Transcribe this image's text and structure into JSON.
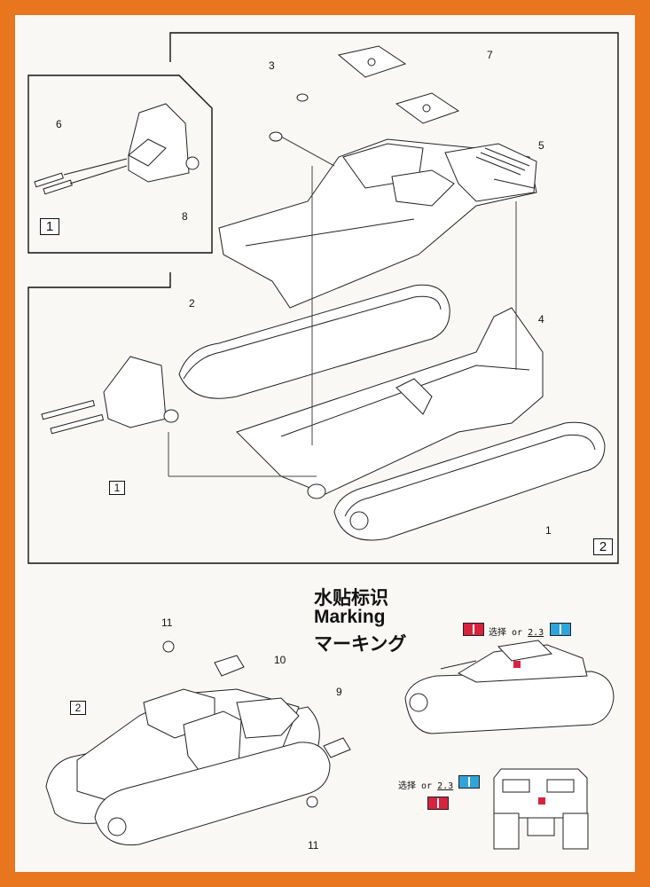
{
  "steps": {
    "step1": "1",
    "step2": "2",
    "step1_ref": "1",
    "step2_ref": "2"
  },
  "callouts": {
    "p1": "1",
    "p2": "2",
    "p3": "3",
    "p4": "4",
    "p5": "5",
    "p6": "6",
    "p7": "7",
    "p8": "8",
    "p9": "9",
    "p10": "10",
    "p11a": "11",
    "p11b": "11"
  },
  "marking": {
    "zh": "水贴标识",
    "en": "Marking",
    "ja": "マーキング"
  },
  "options": {
    "choose": "选择",
    "or": "or",
    "num": "2.3"
  },
  "colors": {
    "frame": "#e7761f",
    "decal_red": "#d8233e",
    "decal_blue": "#2fa4d9"
  }
}
